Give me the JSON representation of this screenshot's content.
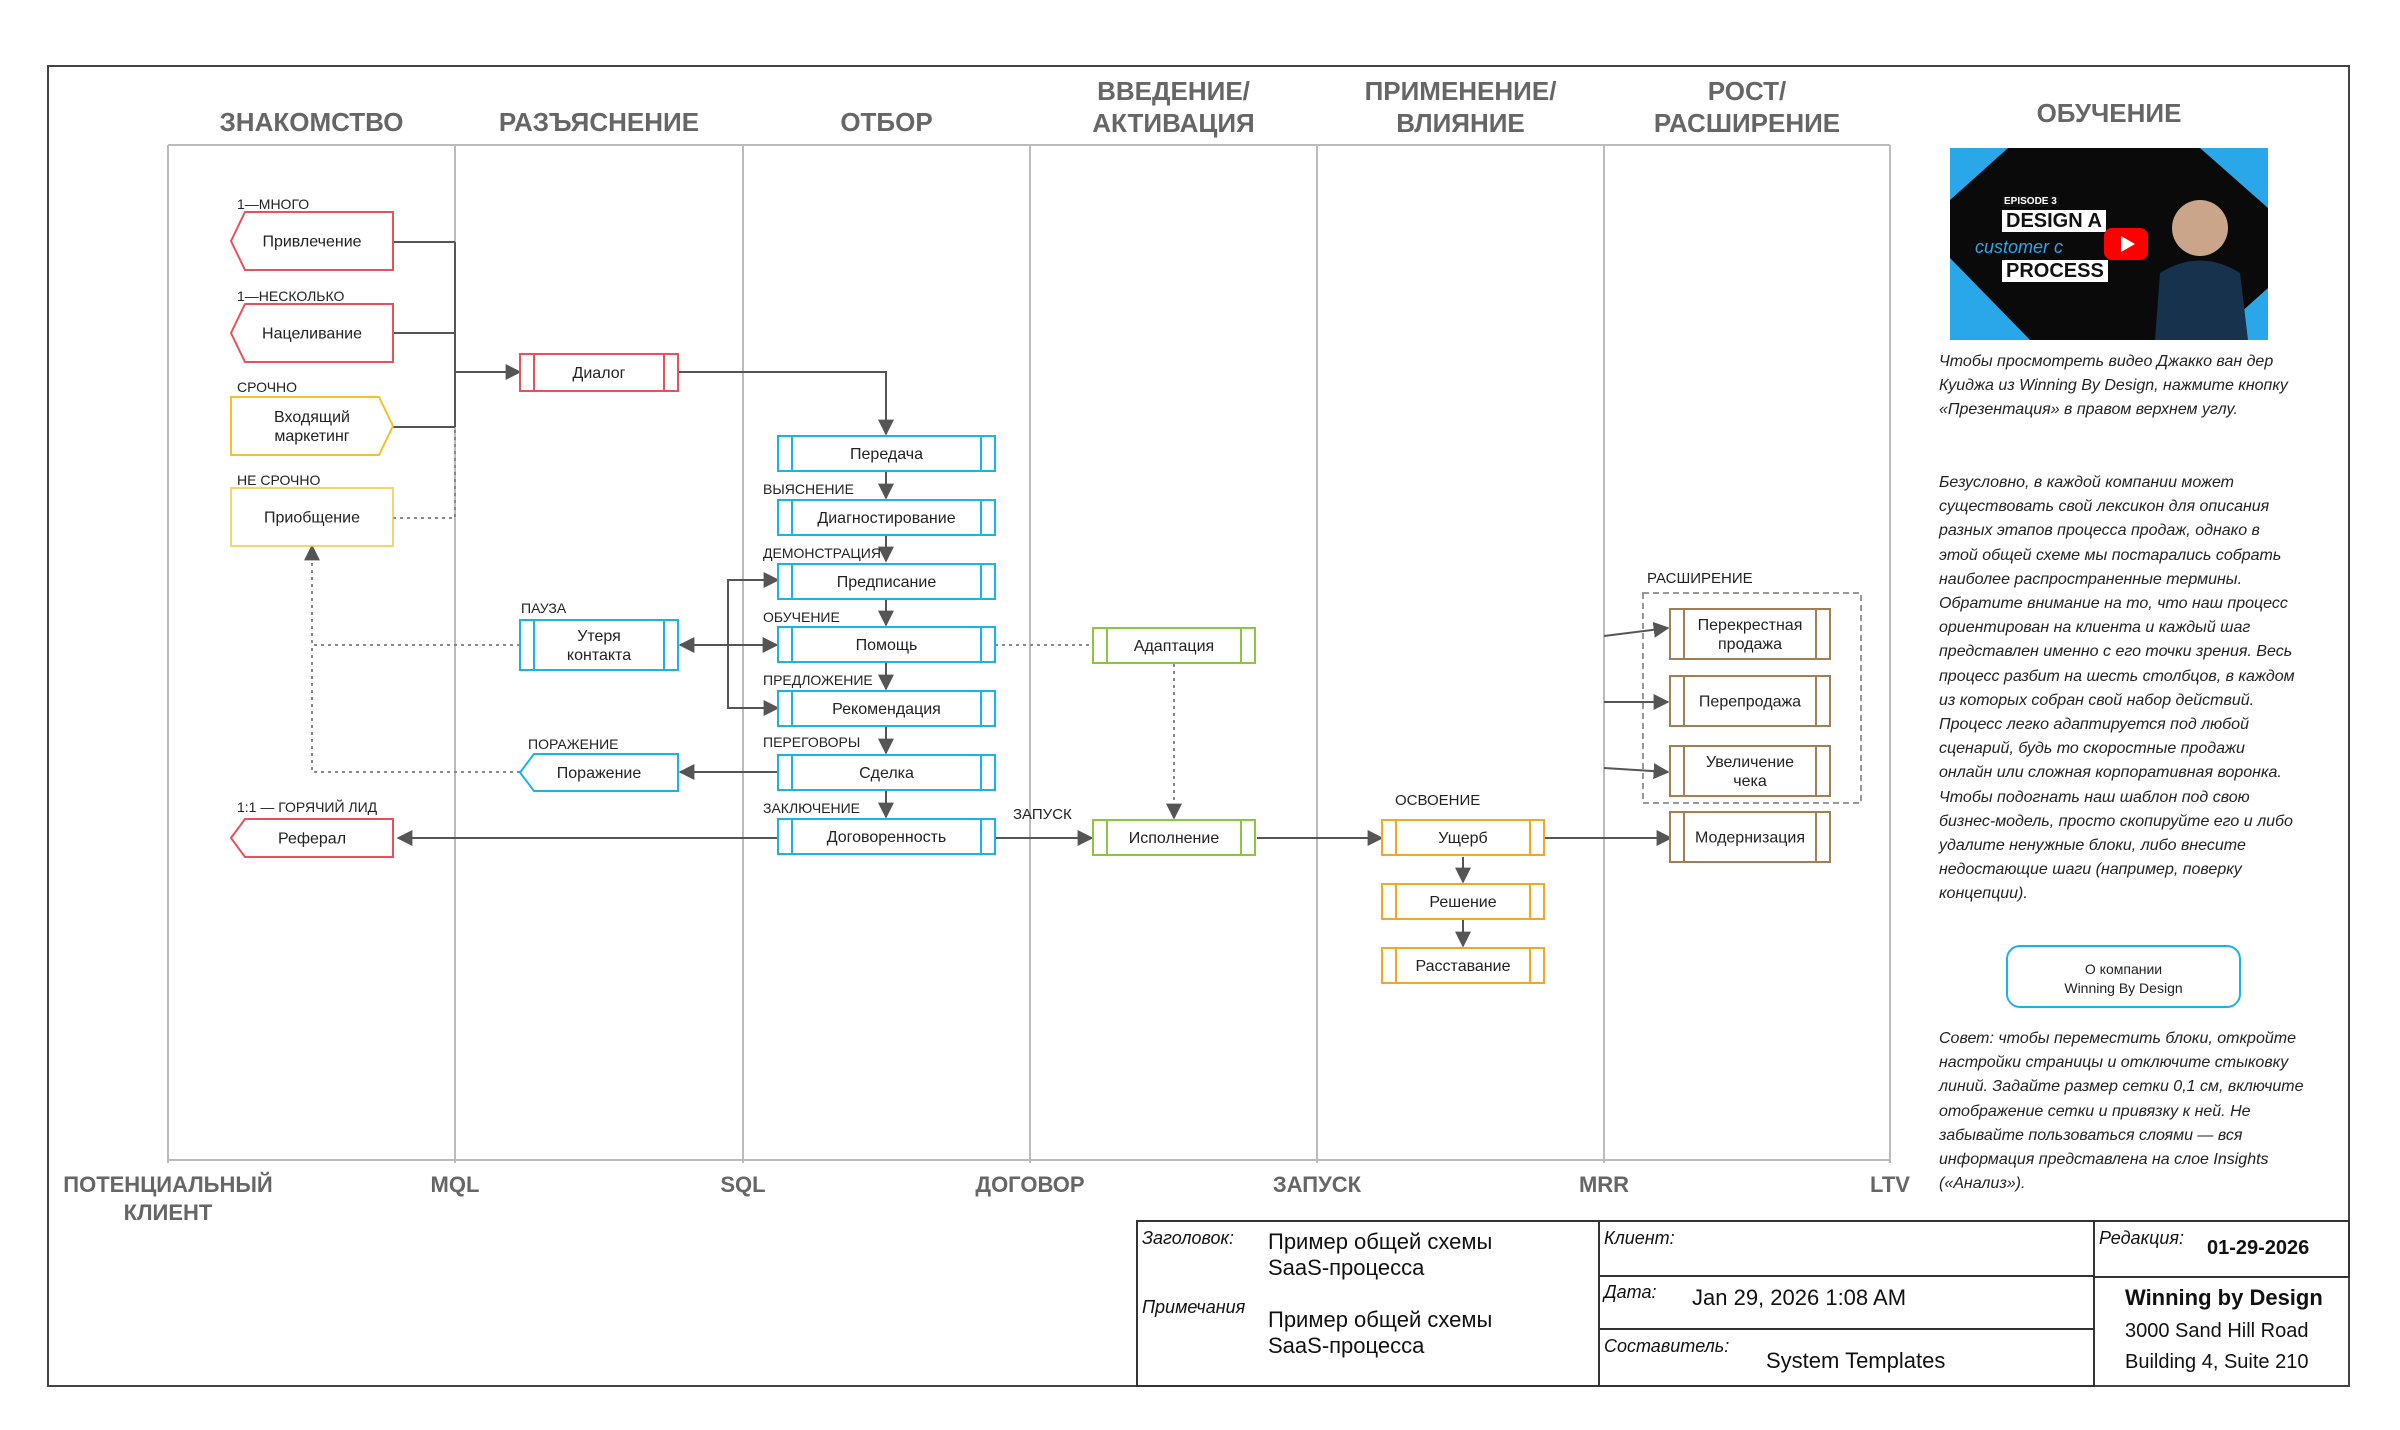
{
  "columns": [
    {
      "title": "ЗНАКОМСТВО"
    },
    {
      "title": "РАЗЪЯСНЕНИЕ"
    },
    {
      "title": "ОТБОР"
    },
    {
      "title": "ВВЕДЕНИЕ/\nАКТИВАЦИЯ"
    },
    {
      "title": "ПРИМЕНЕНИЕ/\nВЛИЯНИЕ"
    },
    {
      "title": "РОСТ/\nРАСШИРЕНИЕ"
    }
  ],
  "training_title": "ОБУЧЕНИЕ",
  "axis_labels": [
    "ПОТЕНЦИАЛЬНЫЙ\nКЛИЕНТ",
    "MQL",
    "SQL",
    "ДОГОВОР",
    "ЗАПУСК",
    "MRR",
    "LTV"
  ],
  "notes": {
    "many": "1—МНОГО",
    "few": "1—НЕСКОЛЬКО",
    "urgent": "СРОЧНО",
    "not_urgent": "НЕ СРОЧНО",
    "hot_lead": "1:1 — ГОРЯЧИЙ ЛИД",
    "pause": "ПАУЗА",
    "defeat": "ПОРАЖЕНИЕ",
    "discovery": "ВЫЯСНЕНИЕ",
    "demo": "ДЕМОНСТРАЦИЯ",
    "training": "ОБУЧЕНИЕ",
    "proposal": "ПРЕДЛОЖЕНИЕ",
    "negotiations": "ПЕРЕГОВОРЫ",
    "closing": "ЗАКЛЮЧЕНИЕ",
    "launch": "ЗАПУСК",
    "adoption": "ОСВОЕНИЕ",
    "expansion": "РАСШИРЕНИЕ"
  },
  "nodes": {
    "attraction": "Привлечение",
    "targeting": "Нацеливание",
    "inbound": "Входящий\nмаркетинг",
    "onboarding_mkt": "Приобщение",
    "referral": "Реферал",
    "dialog": "Диалог",
    "lost_contact": "Утеря\nконтакта",
    "defeat": "Поражение",
    "handoff": "Передача",
    "diagnosis": "Диагностирование",
    "prescription": "Предписание",
    "help": "Помощь",
    "recommendation": "Рекомендация",
    "deal": "Сделка",
    "agreement": "Договоренность",
    "adaptation": "Адаптация",
    "execution": "Исполнение",
    "damage": "Ущерб",
    "resolution": "Решение",
    "parting": "Расставание",
    "cross_sell": "Перекрестная\nпродажа",
    "resale": "Перепродажа",
    "check_increase": "Увеличение\nчека",
    "modernization": "Модернизация"
  },
  "video": {
    "episode": "EPISODE 3",
    "line1": "DESIGN A",
    "line2": "customer c",
    "line3": "PROCESS"
  },
  "sidebar_text_1": "Чтобы просмотреть видео Джакко ван дер Куиджа из Winning By Design, нажмите кнопку «Презентация» в правом верхнем углу.",
  "sidebar_text_2": "Безусловно, в каждой компании может существовать свой лексикон для описания разных этапов процесса продаж, однако в этой общей схеме мы постарались собрать наиболее распространенные термины. Обратите внимание на то, что наш процесс ориентирован на клиента и каждый шаг представлен именно с его точки зрения. Весь процесс разбит на шесть столбцов, в каждом из которых собран свой набор действий. Процесс легко адаптируется под любой сценарий, будь то скоростные продажи онлайн или сложная корпоративная воронка. Чтобы подогнать наш шаблон под свою бизнес-модель, просто скопируйте его и либо удалите ненужные блоки, либо внесите недостающие шаги (например, поверку концепции).",
  "about_button": "О компании\nWinning By Design",
  "tip_text": "Совет: чтобы переместить блоки, откройте настройки страницы и отключите стыковку линий. Задайте размер сетки 0,1 см, включите отображение сетки и привязку к ней.  Не забывайте пользоваться слоями — вся информация представлена на слое Insights («Анализ»).",
  "title_block": {
    "title_label": "Заголовок:",
    "title_value": "Пример общей схемы\nSaaS-процесса",
    "notes_label": "Примечания",
    "notes_value": "Пример общей схемы\nSaaS-процесса",
    "client_label": "Клиент:",
    "client_value": "",
    "date_label": "Дата:",
    "date_value": "Jan 29, 2026 1:08 AM",
    "author_label": "Составитель:",
    "author_value": "System Templates",
    "revision_label": "Редакция:",
    "revision_value": "01-29-2026",
    "company_name": "Winning by Design",
    "address_1": "3000 Sand Hill Road",
    "address_2": "Building 4, Suite 210"
  },
  "colors": {
    "red": "#e8505b",
    "yellow": "#f2c12e",
    "blue": "#19b4e6",
    "green": "#8cc641",
    "orange": "#f5a623",
    "brown": "#a67c52",
    "grid": "#bbbbbb",
    "arrow": "#555555"
  }
}
